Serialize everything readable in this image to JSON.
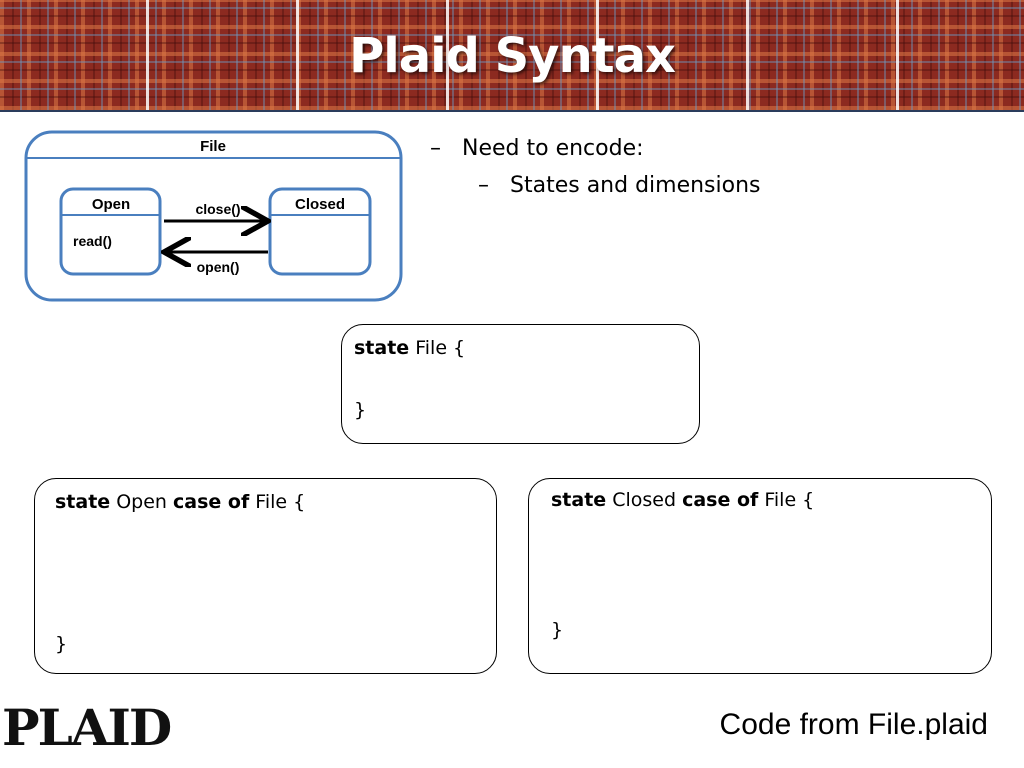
{
  "slide": {
    "title": "Plaid Syntax"
  },
  "diagram": {
    "outer_state": "File",
    "state_open": {
      "name": "Open",
      "method": "read()"
    },
    "state_closed": {
      "name": "Closed"
    },
    "transition_close": "close()",
    "transition_open": "open()"
  },
  "bullets": [
    {
      "dash": "–",
      "text": "Need to encode:"
    },
    {
      "dash": "–",
      "text": "States and dimensions"
    }
  ],
  "code": {
    "file_box": {
      "kw_state": "state",
      "name": " File {",
      "close": "}"
    },
    "open_box": {
      "kw_state": "state",
      "name": " Open ",
      "kw_case": "case of",
      "parent": " File {",
      "close": "}"
    },
    "closed_box": {
      "kw_state": "state",
      "name": " Closed ",
      "kw_case": "case of",
      "parent": " File {",
      "close": "}"
    }
  },
  "footer": {
    "logo_text": "PLAID",
    "note": "Code from File.plaid"
  },
  "colors": {
    "banner": "#8c2a20",
    "diagram_stroke": "#4a7fbf",
    "title_text": "#ffffff"
  }
}
